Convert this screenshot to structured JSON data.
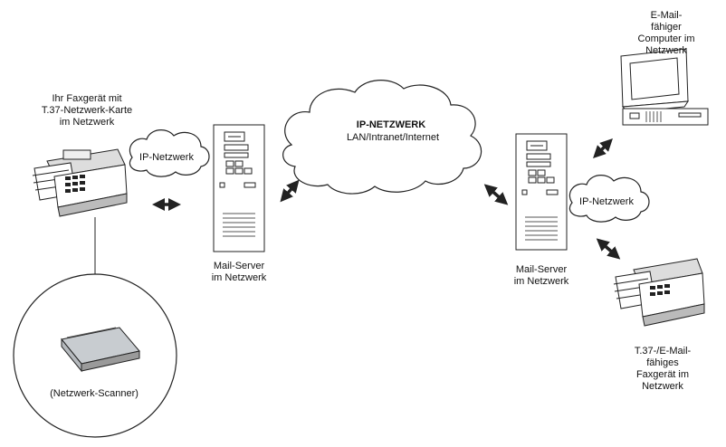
{
  "devices": {
    "fax_left": {
      "label": "Ihr Faxgerät mit\nT.37-Netzwerk-Karte\nim Netzwerk"
    },
    "server_left": {
      "label": "Mail-Server\nim Netzwerk"
    },
    "server_right": {
      "label": "Mail-Server\nim Netzwerk"
    },
    "computer": {
      "label": "E-Mail-fähiger\nComputer im Netzwerk"
    },
    "fax_right": {
      "label": "T.37-/E-Mail-fähiges\nFaxgerät im Netzwerk"
    },
    "scanner": {
      "label": "(Netzwerk-Scanner)"
    }
  },
  "clouds": {
    "ip_left": {
      "label": "IP-Netzwerk"
    },
    "main": {
      "title": "IP-NETZWERK",
      "subtitle": "LAN/Intranet/Internet"
    },
    "ip_right": {
      "label": "IP-Netzwerk"
    }
  },
  "colors": {
    "stroke": "#222222",
    "fill": "#ffffff",
    "shade": "#9a9a9a",
    "scanner_lid": "#c8ccd0"
  }
}
